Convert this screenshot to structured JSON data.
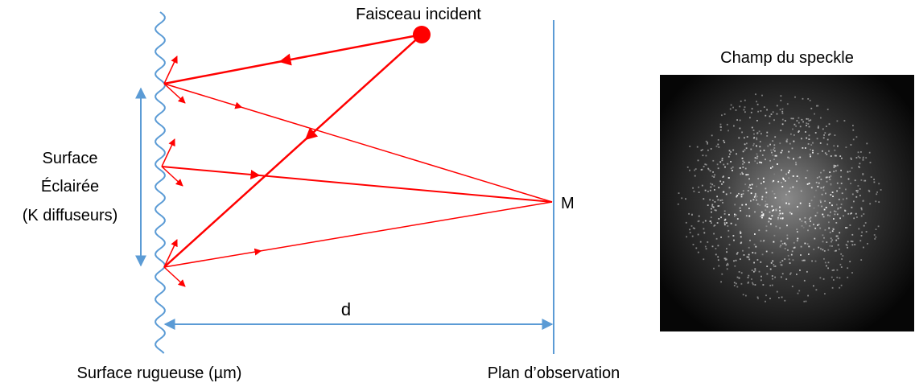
{
  "labels": {
    "incident_beam": "Faisceau incident",
    "speckle_title": "Champ du speckle",
    "surface_line1": "Surface",
    "surface_line2": "Éclairée",
    "surface_line3": "(K diffuseurs)",
    "point_m": "M",
    "distance": "d",
    "rough_surface": "Surface rugueuse (µm)",
    "observation_plane": "Plan d’observation"
  },
  "colors": {
    "ray": "#ff0000",
    "surface": "#5b9bd5",
    "dimension": "#5b9bd5",
    "speckle_background": "#000000",
    "text": "#000000"
  },
  "speckle_image": {
    "description_icon": "speckle-pattern"
  }
}
